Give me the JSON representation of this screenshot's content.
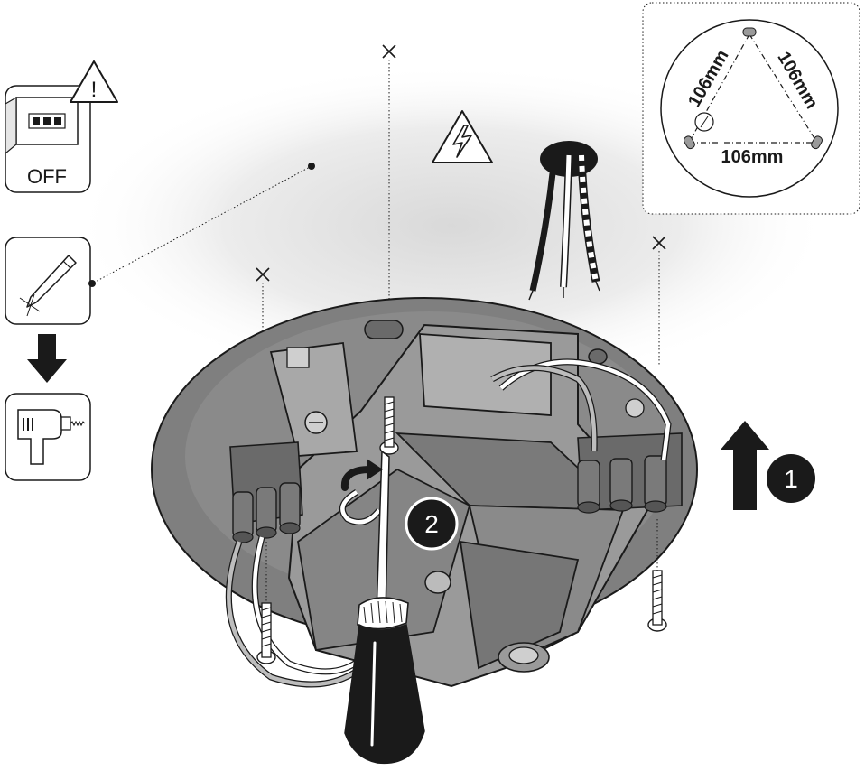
{
  "breaker_panel": {
    "label": "OFF",
    "warning_symbol": "!"
  },
  "drill_template": {
    "left_distance": "106mm",
    "right_distance": "106mm",
    "bottom_distance": "106mm"
  },
  "steps": {
    "first": "1",
    "second": "2"
  },
  "icons": [
    "breaker-icon",
    "warning-triangle-icon",
    "pencil-mark-icon",
    "drill-icon",
    "high-voltage-icon",
    "screwdriver-icon"
  ]
}
